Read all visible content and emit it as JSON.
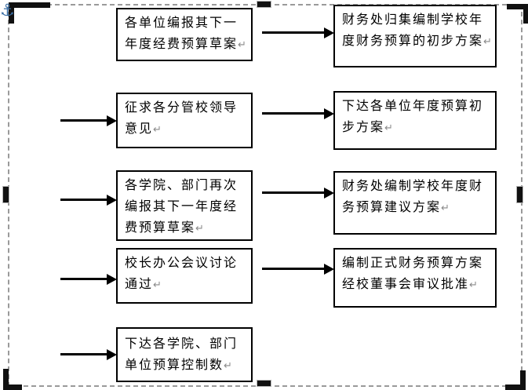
{
  "canvas": {
    "anchor_icon": "⚓",
    "return_mark": "↵"
  },
  "flowchart": {
    "left_column": [
      {
        "text": "各单位编报其下一年度经费预算草案"
      },
      {
        "text": "征求各分管校领导意见"
      },
      {
        "text": "各学院、部门再次编报其下一年度经费预算草案"
      },
      {
        "text": "校长办公会议讨论通过"
      },
      {
        "text": "下达各学院、部门单位预算控制数"
      }
    ],
    "right_column": [
      {
        "text": "财务处归集编制学校年度财务预算的初步方案"
      },
      {
        "text": "下达各单位年度预算初步方案"
      },
      {
        "text": "财务处编制学校年度财务预算建议方案"
      },
      {
        "text": "编制正式财务预算方案经校董事会审议批准"
      }
    ]
  }
}
